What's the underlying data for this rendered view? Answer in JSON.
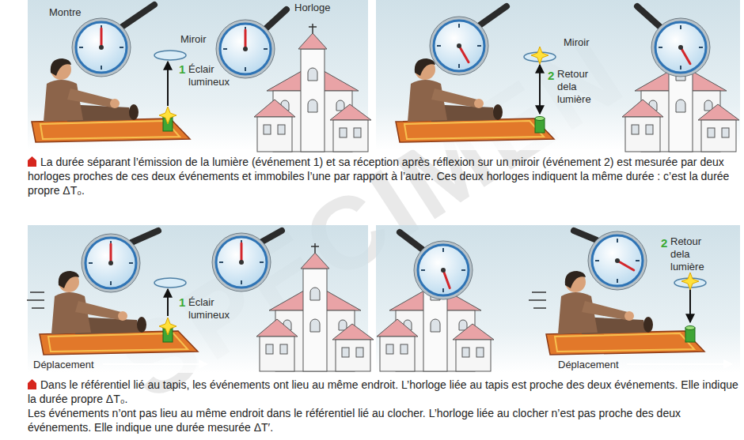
{
  "diagram": {
    "labels": [
      "Montre",
      "Horloge",
      "Miroir",
      "1",
      "Éclair lumineux",
      "Miroir",
      "2",
      "Retour dela lumière",
      "La durée séparant l’émission de la lumière (événement 1) et sa réception après réflexion sur un miroir (événement 2) est mesurée par deux horloges proches de ces deux événements et immobiles l’une par rapport à l’autre. Ces deux horloges indiquent la même durée : c’est la durée propre ΔT₀.",
      "1",
      "Éclair lumineux",
      "Déplacement",
      "2",
      "Retour dela lumière",
      "Déplacement",
      "Dans le référentiel lié au tapis, les événements ont lieu au même endroit. L’horloge liée au tapis est proche des deux événements. Elle indique la durée propre ΔT₀.",
      "Les événements n’ont pas lieu au même endroit dans le référentiel lié au clocher. L’horloge liée au clocher n’est pas proche des deux événements. Elle indique une durée mesurée ΔT′.",
      "SPECIMEN"
    ]
  }
}
